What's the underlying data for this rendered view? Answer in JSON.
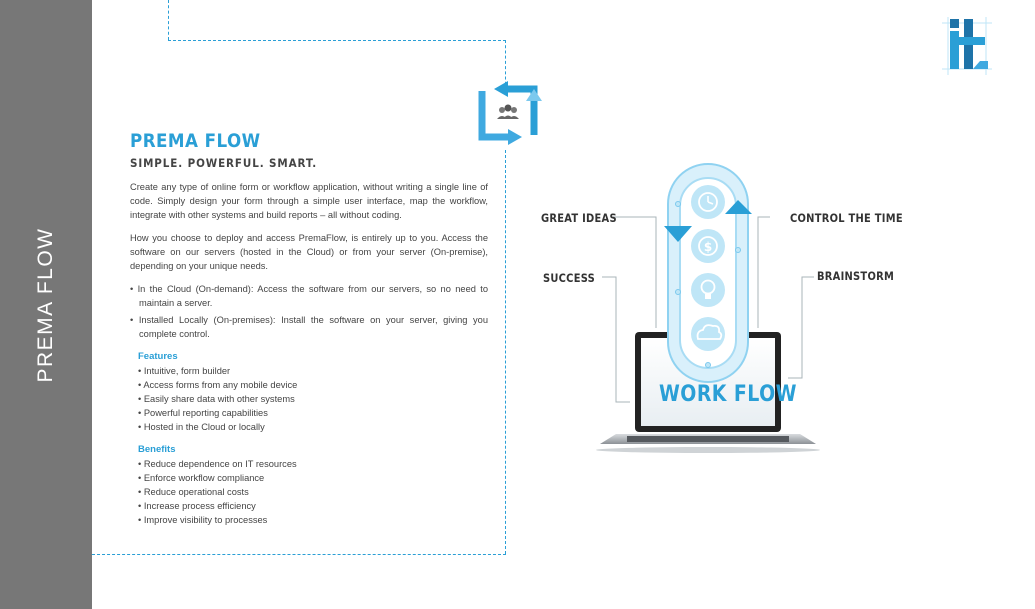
{
  "sidebar": {
    "title": "PREMA FLOW"
  },
  "header": {
    "title": "PREMA FLOW",
    "subtitle": "SIMPLE. POWERFUL. SMART."
  },
  "paragraphs": [
    "Create any type of online form or workflow application, without writing a single line of code. Simply design your form through a simple user interface, map the workflow, integrate with other systems and build reports – all without coding.",
    "How you choose to deploy and access PremaFlow, is entirely up to you. Access the software on our servers (hosted in the Cloud) or from your server (On-premise), depending on your unique needs."
  ],
  "deploy_options": [
    "• In the Cloud (On-demand): Access the software from our servers, so no need to maintain a server.",
    "• Installed Locally (On-premises): Install the software on your server, giving you complete control."
  ],
  "features": {
    "heading": "Features",
    "items": [
      "• Intuitive, form builder",
      "• Access forms from any mobile device",
      "• Easily share data with other systems",
      "• Powerful reporting capabilities",
      "• Hosted in the Cloud or locally"
    ]
  },
  "benefits": {
    "heading": "Benefits",
    "items": [
      "• Reduce dependence on IT resources",
      "• Enforce workflow compliance",
      "• Reduce operational costs",
      "• Increase process efficiency",
      "• Improve visibility to processes"
    ]
  },
  "diagram": {
    "great_ideas": "GREAT IDEAS",
    "control_time": "CONTROL THE TIME",
    "success": "SUCCESS",
    "brainstorm": "BRAINSTORM",
    "workflow": "WORK FLOW"
  },
  "colors": {
    "accent": "#2a9fd6",
    "sidebar": "#777777",
    "light_blue": "#bfe6f7"
  },
  "icons": [
    "refresh-people-icon",
    "clock-icon",
    "dollar-icon",
    "lightbulb-icon",
    "cloud-icon",
    "brand-logo-icon"
  ]
}
